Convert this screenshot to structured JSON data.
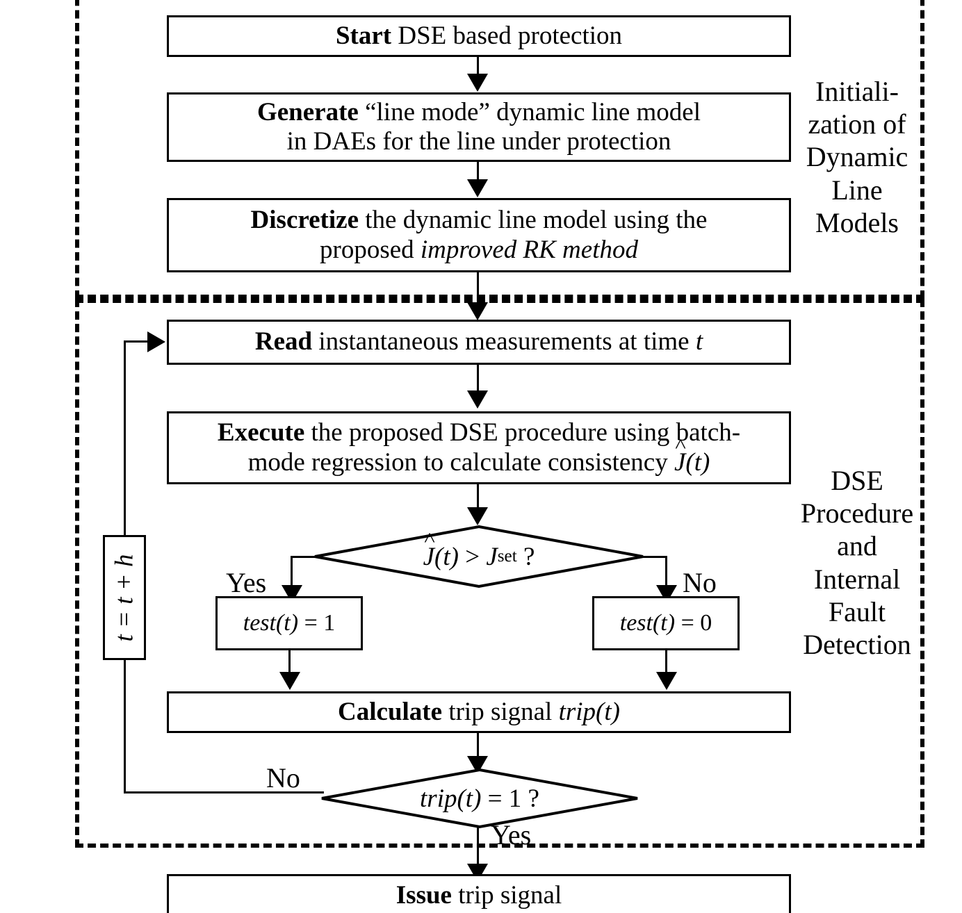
{
  "diagram": {
    "type": "flowchart",
    "title": "DSE based line protection flowchart",
    "font_color": "#000000",
    "background": "#ffffff",
    "groups": [
      {
        "id": "initialization",
        "label_lines": [
          "Initiali-",
          "zation of",
          "Dynamic",
          "Line",
          "Models"
        ],
        "border_style": "dashed"
      },
      {
        "id": "dse-procedure",
        "label_lines": [
          "DSE",
          "Procedure",
          "and",
          "Internal",
          "Fault",
          "Detection"
        ],
        "border_style": "dashed"
      }
    ],
    "nodes": {
      "start": {
        "shape": "process",
        "lines": [
          [
            {
              "t": "Start",
              "s": "bold"
            },
            {
              "t": " DSE based protection",
              "s": "regular"
            }
          ]
        ]
      },
      "generate": {
        "shape": "process",
        "lines": [
          [
            {
              "t": "Generate",
              "s": "bold"
            },
            {
              "t": " “line mode” dynamic line model",
              "s": "regular"
            }
          ],
          [
            {
              "t": "in DAEs for the line under protection",
              "s": "regular"
            }
          ]
        ]
      },
      "discretize": {
        "shape": "process",
        "lines": [
          [
            {
              "t": "Discretize",
              "s": "bold"
            },
            {
              "t": " the dynamic line model using the",
              "s": "regular"
            }
          ],
          [
            {
              "t": "proposed ",
              "s": "regular"
            },
            {
              "t": "improved RK method",
              "s": "italic"
            }
          ]
        ]
      },
      "read": {
        "shape": "process",
        "lines": [
          [
            {
              "t": "Read",
              "s": "bold"
            },
            {
              "t": " instantaneous measurements at time ",
              "s": "regular"
            },
            {
              "t": "t",
              "s": "italic"
            }
          ]
        ]
      },
      "execute": {
        "shape": "process",
        "lines": [
          [
            {
              "t": "Execute",
              "s": "bold"
            },
            {
              "t": " the proposed DSE procedure using batch-",
              "s": "regular"
            }
          ],
          [
            {
              "t": "mode regression to calculate consistency ",
              "s": "regular"
            },
            {
              "t": "Ĵ(t)",
              "s": "italic-hat"
            }
          ]
        ]
      },
      "decision_j": {
        "shape": "decision",
        "text": "Ĵ(t) > J_set ?",
        "yes_label": "Yes",
        "no_label": "No"
      },
      "test_one": {
        "shape": "process",
        "text": "test(t) = 1"
      },
      "test_zero": {
        "shape": "process",
        "text": "test(t) = 0"
      },
      "calculate": {
        "shape": "process",
        "lines": [
          [
            {
              "t": "Calculate",
              "s": "bold"
            },
            {
              "t": " trip signal ",
              "s": "regular"
            },
            {
              "t": "trip(t)",
              "s": "italic"
            }
          ]
        ]
      },
      "decision_trip": {
        "shape": "decision",
        "text": "trip(t) = 1 ?",
        "yes_label": "Yes",
        "no_label": "No"
      },
      "increment": {
        "shape": "process",
        "text": "t = t + h",
        "rotation": "vertical-up"
      },
      "issue": {
        "shape": "process",
        "lines": [
          [
            {
              "t": "Issue",
              "s": "bold"
            },
            {
              "t": " trip signal",
              "s": "regular"
            }
          ]
        ]
      }
    },
    "edge_labels": {
      "yes_left": "Yes",
      "no_right": "No",
      "no_loopback": "No",
      "yes_down": "Yes"
    }
  }
}
